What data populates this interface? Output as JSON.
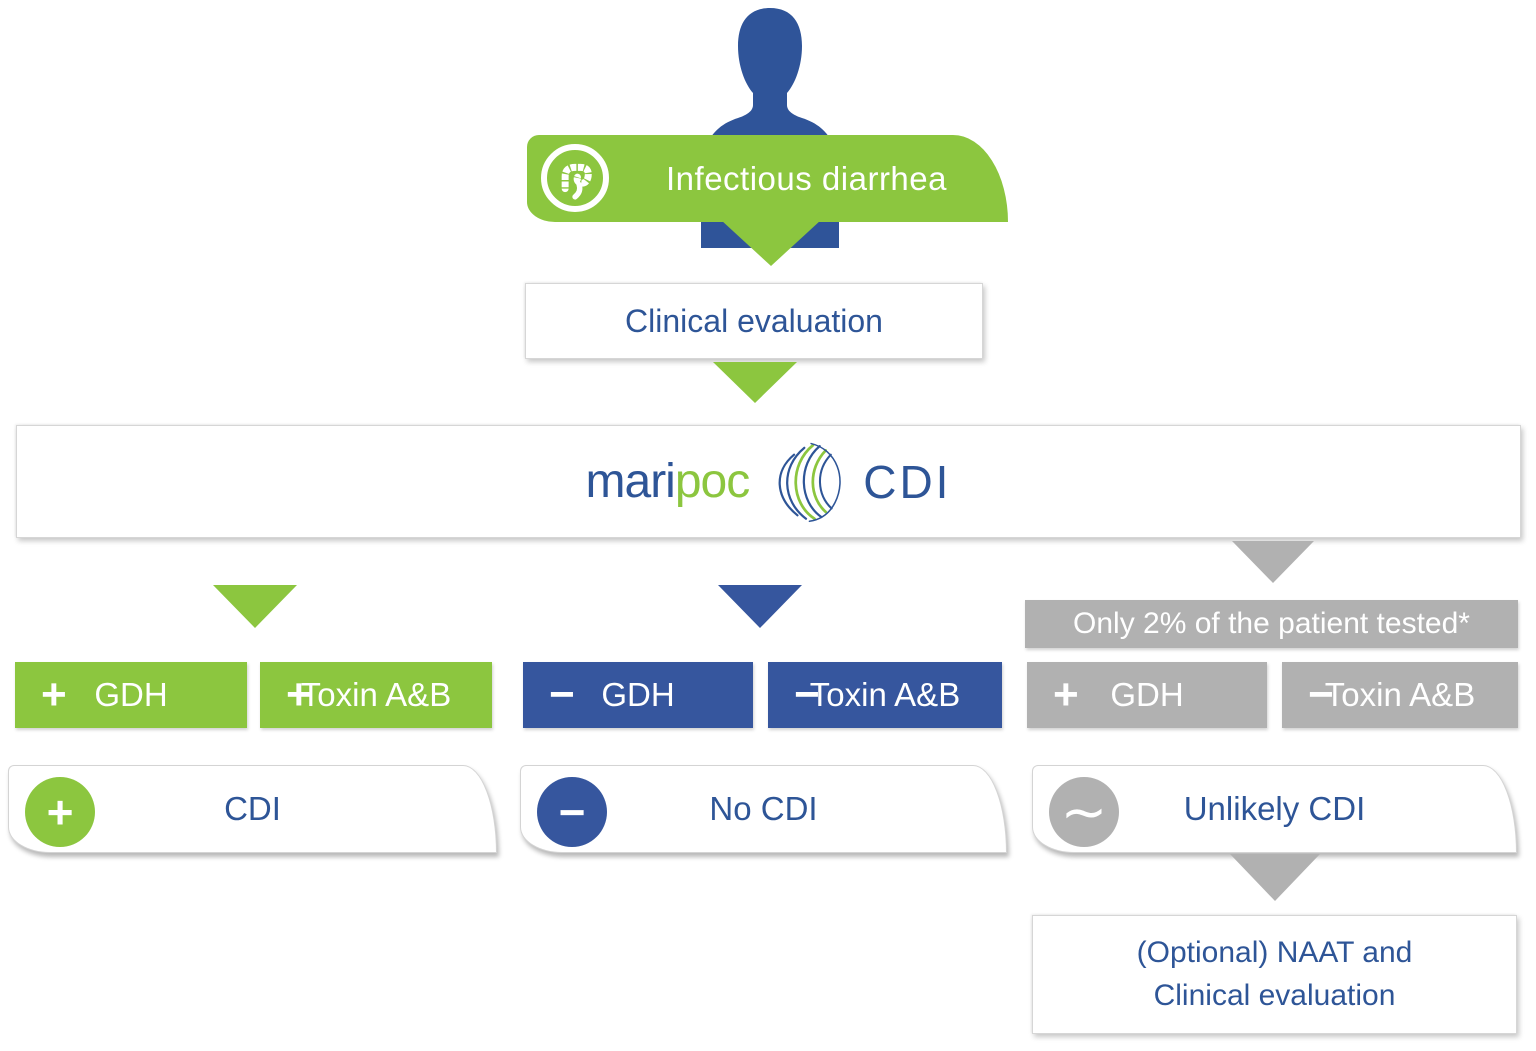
{
  "palette": {
    "green": "#8cc63f",
    "navy_box": "#36569e",
    "navy_text": "#2e5597",
    "person_blue": "#2f5499",
    "gray": "#b1b1b1",
    "box_border": "#d6d6d6"
  },
  "icons": {
    "patient": "person-silhouette-icon",
    "banner": "intestine-icon",
    "logo": "maripoc-swirl-logo-icon",
    "positive": "plus-circle-icon",
    "negative": "minus-circle-icon",
    "uncertain": "tilde-circle-icon"
  },
  "top": {
    "banner_label": "Infectious diarrhea"
  },
  "clinical": {
    "label": "Clinical evaluation"
  },
  "maripoc": {
    "mari": "mari",
    "poc": "poc",
    "product": "CDI"
  },
  "branches": {
    "positive": {
      "tests": [
        {
          "sign": "+",
          "label": "GDH"
        },
        {
          "sign": "+",
          "label": "Toxin A&B"
        }
      ],
      "result": {
        "sign": "+",
        "label": "CDI"
      }
    },
    "negative": {
      "tests": [
        {
          "sign": "−",
          "label": "GDH"
        },
        {
          "sign": "−",
          "label": "Toxin A&B"
        }
      ],
      "result": {
        "sign": "−",
        "label": "No CDI"
      }
    },
    "discordant": {
      "note": "Only 2% of the patient tested*",
      "tests": [
        {
          "sign": "+",
          "label": "GDH"
        },
        {
          "sign": "−",
          "label": "Toxin A&B"
        }
      ],
      "result": {
        "sign": "∼",
        "label": "Unlikely CDI"
      },
      "followup_line1": "(Optional) NAAT and",
      "followup_line2": "Clinical evaluation"
    }
  }
}
